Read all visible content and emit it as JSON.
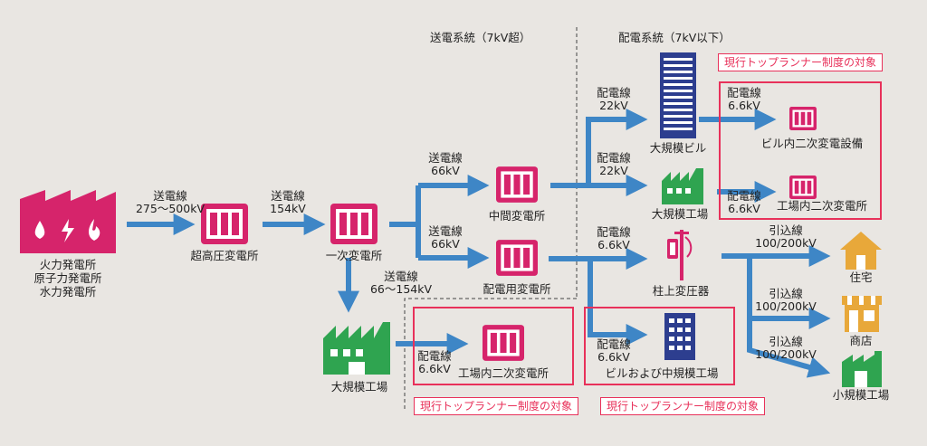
{
  "headers": {
    "transmission": "送電系統（7kV超）",
    "distribution": "配電系統（7kV以下）"
  },
  "nodes": {
    "power_plants": [
      "火力発電所",
      "原子力発電所",
      "水力発電所"
    ],
    "extra_high_substation": "超高圧変電所",
    "primary_substation": "一次変電所",
    "intermediate_substation": "中間変電所",
    "distribution_substation": "配電用変電所",
    "large_factory_left": "大規模工場",
    "factory_secondary_substation": "工場内二次変電所",
    "large_building": "大規模ビル",
    "building_secondary_equipment": "ビル内二次変電設備",
    "large_factory_right": "大規模工場",
    "factory_secondary_substation_right": "工場内二次変電所",
    "pole_transformer": "柱上変圧器",
    "building_mid_factory": "ビルおよび中規模工場",
    "house": "住宅",
    "store": "商店",
    "small_factory": "小規模工場"
  },
  "lines": {
    "plant_to_extra": [
      "送電線",
      "275～500kV"
    ],
    "extra_to_primary": [
      "送電線",
      "154kV"
    ],
    "primary_to_intermediate": [
      "送電線",
      "66kV"
    ],
    "primary_to_distribution": [
      "送電線",
      "66kV"
    ],
    "primary_to_factory": [
      "送電線",
      "66～154kV"
    ],
    "inter_to_building": [
      "配電線",
      "22kV"
    ],
    "inter_to_factory": [
      "配電線",
      "22kV"
    ],
    "building_to_equipment": [
      "配電線",
      "6.6kV"
    ],
    "factory_to_substation": [
      "配電線",
      "6.6kV"
    ],
    "dist_to_pole": [
      "配電線",
      "6.6kV"
    ],
    "factory_left_to_sub": [
      "配電線",
      "6.6kV"
    ],
    "dist_to_bldg_mid": [
      "配電線",
      "6.6kV"
    ],
    "pole_to_house": [
      "引込線",
      "100/200kV"
    ],
    "pole_to_store": [
      "引込線",
      "100/200kV"
    ],
    "pole_to_small_factory": [
      "引込線",
      "100/200kV"
    ]
  },
  "tags": {
    "top_right": "現行トップランナー制度の対象",
    "bottom_left": "現行トップランナー制度の対象",
    "bottom_mid": "現行トップランナー制度の対象"
  },
  "colors": {
    "flow": "#3e86c6",
    "transformer": "#d6246b",
    "box": "#e8315a",
    "factory": "#2fa450",
    "building_navy": "#2d3e8f",
    "house": "#e8a83a"
  }
}
